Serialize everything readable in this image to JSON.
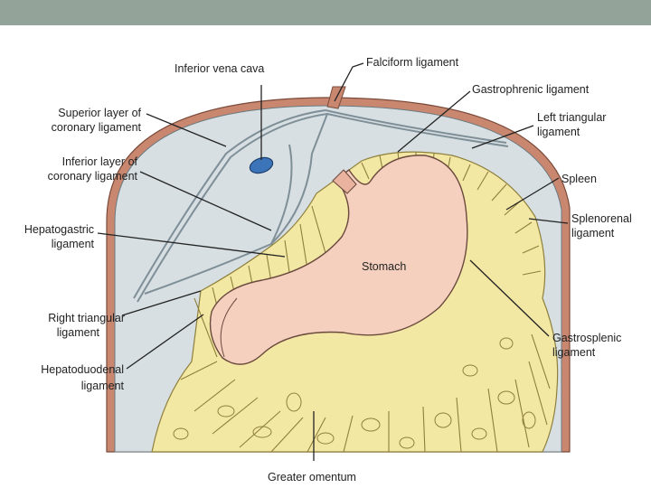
{
  "colors": {
    "header_bar": "#94a39a",
    "diaphragm_band": "#c9876f",
    "diaphragm_fill": "#d7dfe2",
    "stomach": "#f6d0bf",
    "omentum": "#f3e7a4",
    "spleen": "#9a5e66",
    "vena_cava": "#3b74b8",
    "coronary_lines": "#7f8f98"
  },
  "labels": {
    "inferior_vena_cava": "Inferior vena cava",
    "falciform_ligament": "Falciform ligament",
    "gastrophrenic_ligament": "Gastrophrenic ligament",
    "superior_coronary": [
      "Superior layer of",
      "coronary ligament"
    ],
    "left_triangular": [
      "Left triangular",
      "ligament"
    ],
    "inferior_coronary": [
      "Inferior layer of",
      "coronary ligament"
    ],
    "spleen": "Spleen",
    "splenorenal": [
      "Splenorenal",
      "ligament"
    ],
    "hepatogastric": [
      "Hepatogastric",
      "ligament"
    ],
    "stomach": "Stomach",
    "right_triangular": [
      "Right triangular",
      "ligament"
    ],
    "gastrosplenic": [
      "Gastrosplenic",
      "ligament"
    ],
    "hepatoduodenal": [
      "Hepatoduodenal",
      "ligament"
    ],
    "greater_omentum": "Greater omentum"
  }
}
